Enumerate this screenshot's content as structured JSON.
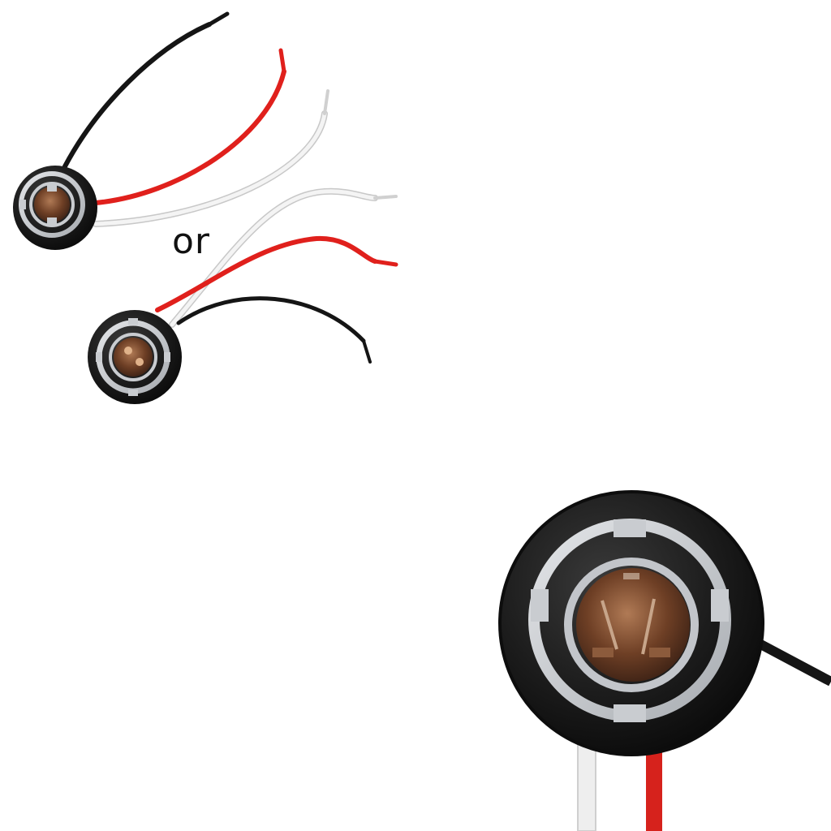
{
  "caption": {
    "or_text": "or"
  },
  "colors": {
    "background": "#ffffff",
    "socket_body": "#1a1a1a",
    "socket_ring": "#c9ccd0",
    "contact_copper": "#7a4a2c",
    "wire_black": "#151515",
    "wire_red": "#e0201c",
    "wire_white": "#f2f2f2",
    "wire_white_edge": "#c8c8c8",
    "stripped_copper": "#d9d9d9"
  },
  "items": [
    {
      "name": "socket-three-wire-top",
      "wires": [
        "black",
        "red",
        "white"
      ]
    },
    {
      "name": "socket-three-wire-bottom",
      "wires": [
        "white",
        "red",
        "black"
      ]
    },
    {
      "name": "socket-closeup",
      "wires": [
        "black",
        "white",
        "red"
      ]
    }
  ]
}
